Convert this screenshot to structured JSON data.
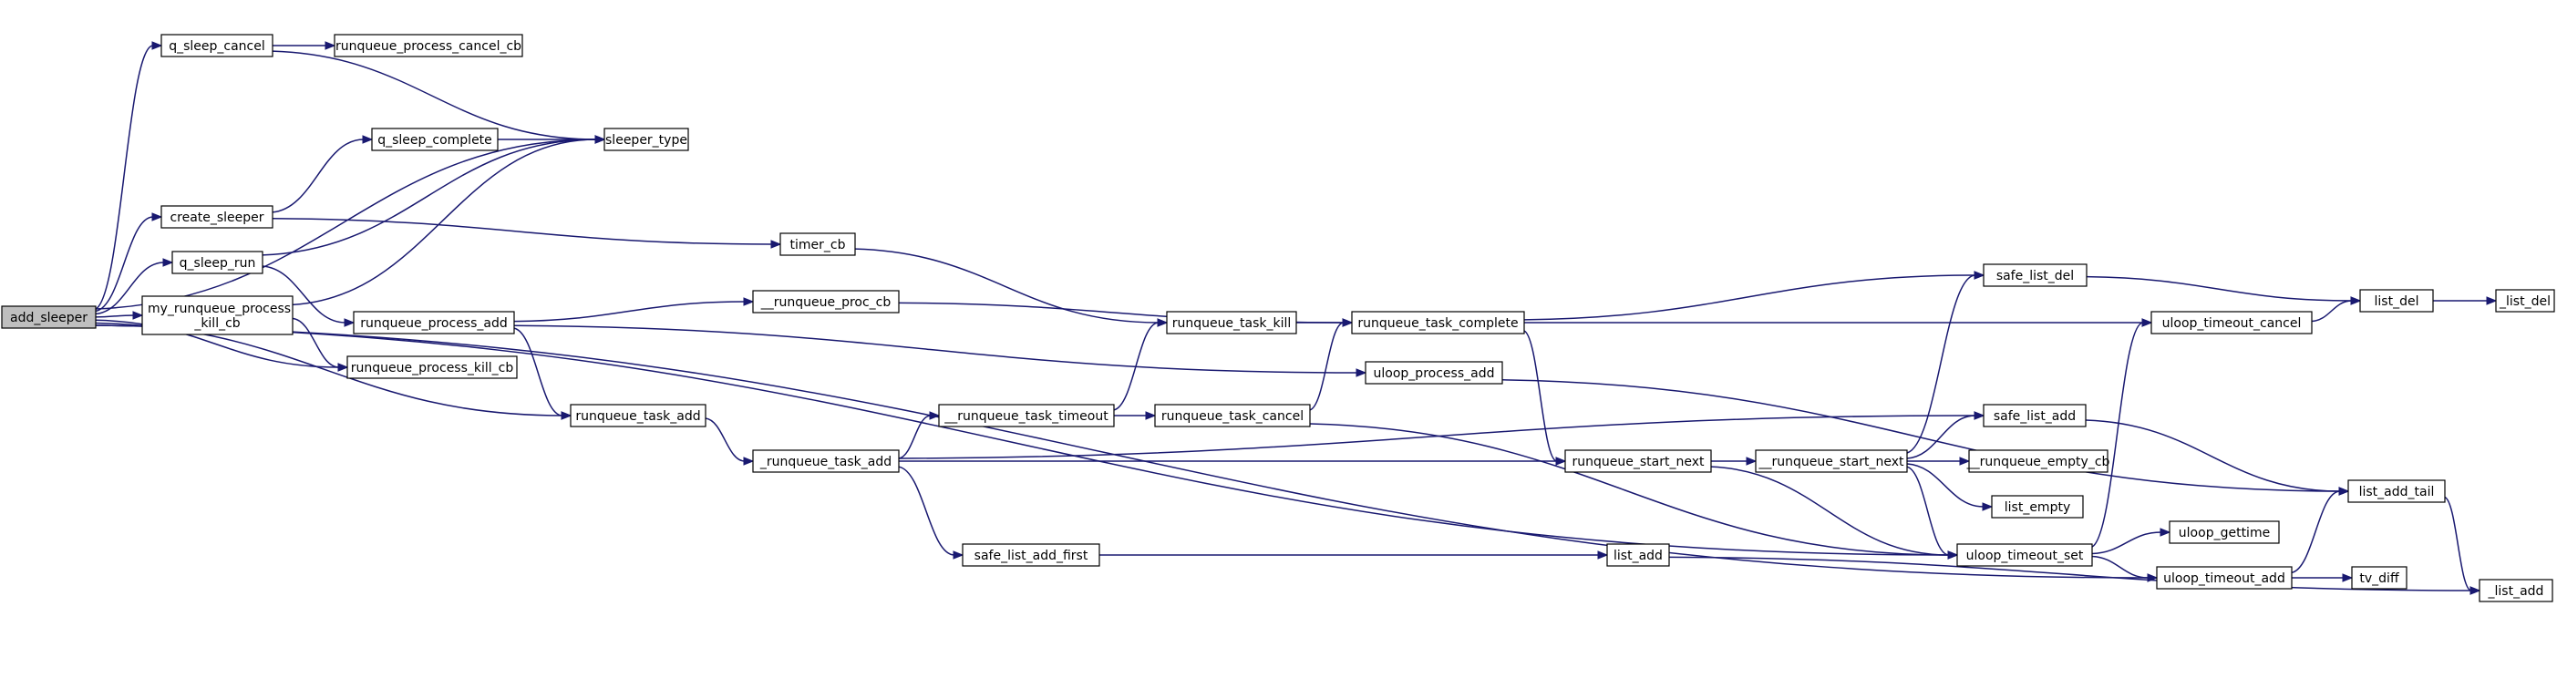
{
  "nodes": [
    {
      "id": "add_sleeper",
      "lines": [
        "add_sleeper"
      ],
      "root": true
    },
    {
      "id": "q_sleep_cancel",
      "lines": [
        "q_sleep_cancel"
      ]
    },
    {
      "id": "runqueue_process_cancel_cb",
      "lines": [
        "runqueue_process_cancel_cb"
      ]
    },
    {
      "id": "sleeper_type",
      "lines": [
        "sleeper_type"
      ]
    },
    {
      "id": "q_sleep_complete",
      "lines": [
        "q_sleep_complete"
      ]
    },
    {
      "id": "create_sleeper",
      "lines": [
        "create_sleeper"
      ]
    },
    {
      "id": "q_sleep_run",
      "lines": [
        "q_sleep_run"
      ]
    },
    {
      "id": "my_runqueue_process_kill_cb",
      "lines": [
        "my_runqueue_process",
        "_kill_cb"
      ]
    },
    {
      "id": "timer_cb",
      "lines": [
        "timer_cb"
      ]
    },
    {
      "id": "runqueue_process_add",
      "lines": [
        "runqueue_process_add"
      ]
    },
    {
      "id": "__runqueue_proc_cb",
      "lines": [
        "__runqueue_proc_cb"
      ]
    },
    {
      "id": "runqueue_task_kill",
      "lines": [
        "runqueue_task_kill"
      ]
    },
    {
      "id": "runqueue_task_complete",
      "lines": [
        "runqueue_task_complete"
      ]
    },
    {
      "id": "safe_list_del",
      "lines": [
        "safe_list_del"
      ]
    },
    {
      "id": "list_del",
      "lines": [
        "list_del"
      ]
    },
    {
      "id": "_list_del",
      "lines": [
        "_list_del"
      ]
    },
    {
      "id": "uloop_timeout_cancel",
      "lines": [
        "uloop_timeout_cancel"
      ]
    },
    {
      "id": "runqueue_process_kill_cb",
      "lines": [
        "runqueue_process_kill_cb"
      ]
    },
    {
      "id": "uloop_process_add",
      "lines": [
        "uloop_process_add"
      ]
    },
    {
      "id": "runqueue_task_add",
      "lines": [
        "runqueue_task_add"
      ]
    },
    {
      "id": "__runqueue_task_timeout",
      "lines": [
        "__runqueue_task_timeout"
      ]
    },
    {
      "id": "runqueue_task_cancel",
      "lines": [
        "runqueue_task_cancel"
      ]
    },
    {
      "id": "safe_list_add",
      "lines": [
        "safe_list_add"
      ]
    },
    {
      "id": "_runqueue_task_add",
      "lines": [
        "_runqueue_task_add"
      ]
    },
    {
      "id": "runqueue_start_next",
      "lines": [
        "runqueue_start_next"
      ]
    },
    {
      "id": "__runqueue_start_next",
      "lines": [
        "__runqueue_start_next"
      ]
    },
    {
      "id": "__runqueue_empty_cb",
      "lines": [
        "__runqueue_empty_cb"
      ]
    },
    {
      "id": "list_add_tail",
      "lines": [
        "list_add_tail"
      ]
    },
    {
      "id": "list_empty",
      "lines": [
        "list_empty"
      ]
    },
    {
      "id": "uloop_gettime",
      "lines": [
        "uloop_gettime"
      ]
    },
    {
      "id": "safe_list_add_first",
      "lines": [
        "safe_list_add_first"
      ]
    },
    {
      "id": "list_add",
      "lines": [
        "list_add"
      ]
    },
    {
      "id": "uloop_timeout_set",
      "lines": [
        "uloop_timeout_set"
      ]
    },
    {
      "id": "uloop_timeout_add",
      "lines": [
        "uloop_timeout_add"
      ]
    },
    {
      "id": "tv_diff",
      "lines": [
        "tv_diff"
      ]
    },
    {
      "id": "_list_add",
      "lines": [
        "_list_add"
      ]
    }
  ],
  "edges": [
    [
      "add_sleeper",
      "q_sleep_cancel"
    ],
    [
      "add_sleeper",
      "sleeper_type"
    ],
    [
      "add_sleeper",
      "create_sleeper"
    ],
    [
      "add_sleeper",
      "q_sleep_run"
    ],
    [
      "add_sleeper",
      "my_runqueue_process_kill_cb"
    ],
    [
      "add_sleeper",
      "runqueue_process_kill_cb"
    ],
    [
      "add_sleeper",
      "runqueue_task_add"
    ],
    [
      "add_sleeper",
      "uloop_timeout_set"
    ],
    [
      "add_sleeper",
      "uloop_timeout_add"
    ],
    [
      "q_sleep_cancel",
      "runqueue_process_cancel_cb"
    ],
    [
      "q_sleep_cancel",
      "sleeper_type"
    ],
    [
      "q_sleep_complete",
      "sleeper_type"
    ],
    [
      "create_sleeper",
      "q_sleep_complete"
    ],
    [
      "create_sleeper",
      "timer_cb"
    ],
    [
      "q_sleep_run",
      "sleeper_type"
    ],
    [
      "q_sleep_run",
      "runqueue_process_add"
    ],
    [
      "my_runqueue_process_kill_cb",
      "sleeper_type"
    ],
    [
      "my_runqueue_process_kill_cb",
      "runqueue_process_kill_cb"
    ],
    [
      "timer_cb",
      "runqueue_task_kill"
    ],
    [
      "runqueue_process_add",
      "__runqueue_proc_cb"
    ],
    [
      "runqueue_process_add",
      "uloop_process_add"
    ],
    [
      "runqueue_process_add",
      "runqueue_task_add"
    ],
    [
      "__runqueue_proc_cb",
      "runqueue_task_complete"
    ],
    [
      "runqueue_task_kill",
      "runqueue_task_complete"
    ],
    [
      "runqueue_task_complete",
      "safe_list_del"
    ],
    [
      "runqueue_task_complete",
      "uloop_timeout_cancel"
    ],
    [
      "runqueue_task_complete",
      "runqueue_start_next"
    ],
    [
      "safe_list_del",
      "list_del"
    ],
    [
      "list_del",
      "_list_del"
    ],
    [
      "uloop_timeout_cancel",
      "list_del"
    ],
    [
      "uloop_process_add",
      "list_add_tail"
    ],
    [
      "runqueue_task_add",
      "_runqueue_task_add"
    ],
    [
      "_runqueue_task_add",
      "__runqueue_task_timeout"
    ],
    [
      "_runqueue_task_add",
      "safe_list_add"
    ],
    [
      "_runqueue_task_add",
      "runqueue_start_next"
    ],
    [
      "_runqueue_task_add",
      "safe_list_add_first"
    ],
    [
      "__runqueue_task_timeout",
      "runqueue_task_kill"
    ],
    [
      "__runqueue_task_timeout",
      "runqueue_task_cancel"
    ],
    [
      "runqueue_task_cancel",
      "runqueue_task_complete"
    ],
    [
      "runqueue_task_cancel",
      "uloop_timeout_set"
    ],
    [
      "runqueue_start_next",
      "__runqueue_start_next"
    ],
    [
      "runqueue_start_next",
      "uloop_timeout_set"
    ],
    [
      "__runqueue_start_next",
      "safe_list_del"
    ],
    [
      "__runqueue_start_next",
      "safe_list_add"
    ],
    [
      "__runqueue_start_next",
      "__runqueue_empty_cb"
    ],
    [
      "__runqueue_start_next",
      "list_empty"
    ],
    [
      "__runqueue_start_next",
      "uloop_timeout_set"
    ],
    [
      "safe_list_add",
      "list_add_tail"
    ],
    [
      "safe_list_add_first",
      "list_add"
    ],
    [
      "list_add",
      "_list_add"
    ],
    [
      "uloop_timeout_set",
      "uloop_timeout_cancel"
    ],
    [
      "uloop_timeout_set",
      "uloop_gettime"
    ],
    [
      "uloop_timeout_set",
      "uloop_timeout_add"
    ],
    [
      "uloop_timeout_add",
      "list_add_tail"
    ],
    [
      "uloop_timeout_add",
      "tv_diff"
    ],
    [
      "list_add_tail",
      "_list_add"
    ]
  ]
}
